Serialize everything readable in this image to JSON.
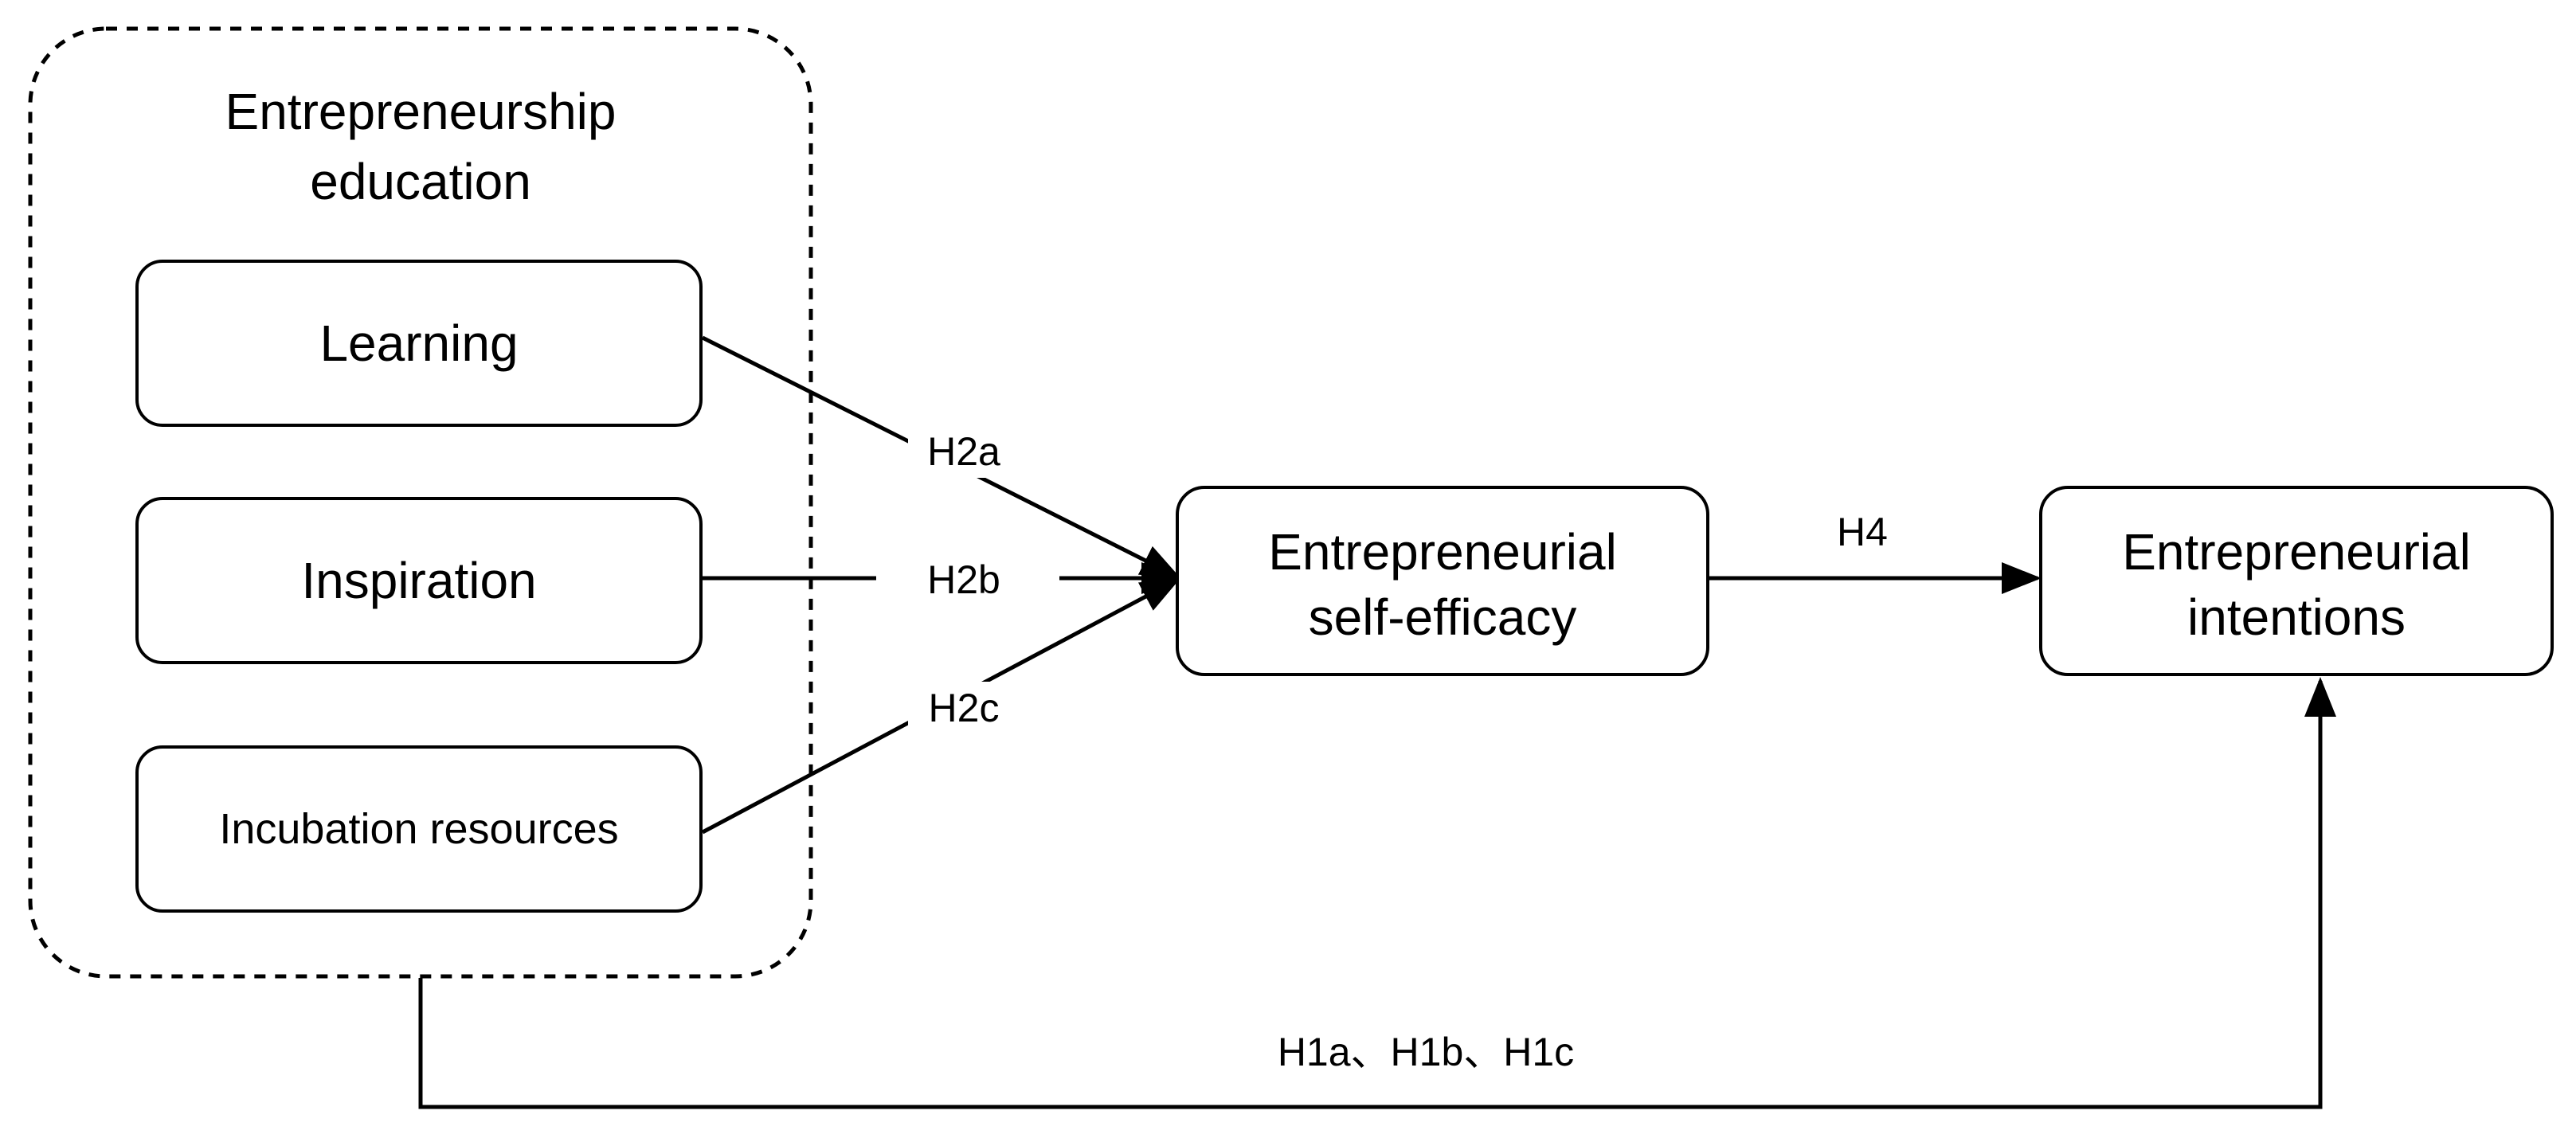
{
  "group": {
    "title_line1": "Entrepreneurship",
    "title_line2": "education"
  },
  "nodes": {
    "learning": "Learning",
    "inspiration": "Inspiration",
    "incubation": "Incubation resources",
    "self_efficacy_line1": "Entrepreneurial",
    "self_efficacy_line2": "self-efficacy",
    "intentions_line1": "Entrepreneurial",
    "intentions_line2": "intentions"
  },
  "edges": {
    "h2a": "H2a",
    "h2b": "H2b",
    "h2c": "H2c",
    "h4": "H4",
    "h1": "H1a、H1b、H1c"
  }
}
